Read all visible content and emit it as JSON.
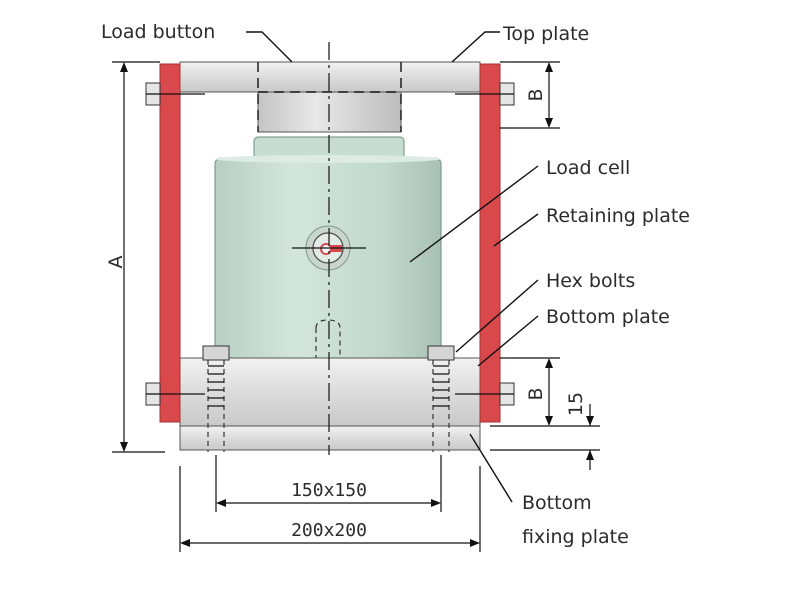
{
  "labels": {
    "load_button": "Load button",
    "top_plate": "Top plate",
    "load_cell": "Load cell",
    "retaining_plate": "Retaining plate",
    "hex_bolts": "Hex bolts",
    "bottom_plate": "Bottom plate",
    "bottom_fixing_plate_line1": "Bottom",
    "bottom_fixing_plate_line2": "fixing plate"
  },
  "dimensions": {
    "height_a": "A",
    "top_plate_thickness": "B",
    "bottom_plate_thickness": "B",
    "fixing_plate_thickness": "15",
    "bolt_spacing": "150x150",
    "base_size": "200x200"
  },
  "colors": {
    "retaining_plate": "#d9484a",
    "load_cell_body": "#c5dcd0",
    "plate_fill": "#dedede",
    "line": "#111111",
    "text": "#2b2b2b"
  }
}
